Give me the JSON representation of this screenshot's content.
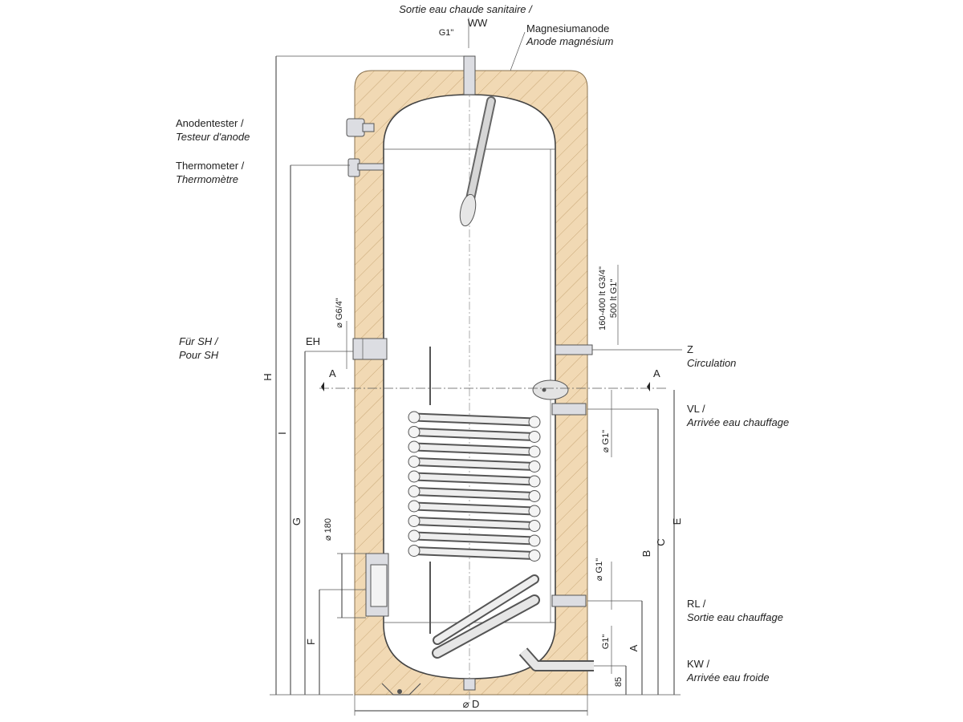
{
  "labels": {
    "ww_line1": "Sortie eau chaude sanitaire /",
    "ww_line2": "WW",
    "ww_size": "G1\"",
    "anode_line1": "Magnesiumanode",
    "anode_line2": "Anode magnésium",
    "anodentester_line1": "Anodentester /",
    "anodentester_line2": "Testeur d'anode",
    "thermometer_line1": "Thermometer /",
    "thermometer_line2": "Thermomètre",
    "sh_line1": "Für SH /",
    "sh_line2": "Pour SH",
    "eh": "EH",
    "eh_size": "⌀ G6/4\"",
    "z_line1": "Z",
    "z_line2": "Circulation",
    "z_size1": "160-400 lt G3/4\"",
    "z_size2": "500 lt G1\"",
    "section_left": "A",
    "section_right": "A",
    "vl_line1": "VL /",
    "vl_line2": "Arrivée eau chauffage",
    "vl_size": "⌀ G1\"",
    "rl_line1": "RL /",
    "rl_line2": "Sortie eau chauffage",
    "rl_size": "⌀ G1\"",
    "kw_line1": "KW /",
    "kw_line2": "Arrivée eau froide",
    "kw_size": "G1\"",
    "flange_size": "⌀ 180",
    "dim_h": "H",
    "dim_i": "I",
    "dim_g": "G",
    "dim_f": "F",
    "dim_b": "B",
    "dim_c": "C",
    "dim_e": "E",
    "dim_a": "A",
    "dim_85": "85",
    "dim_d": "⌀ D"
  }
}
